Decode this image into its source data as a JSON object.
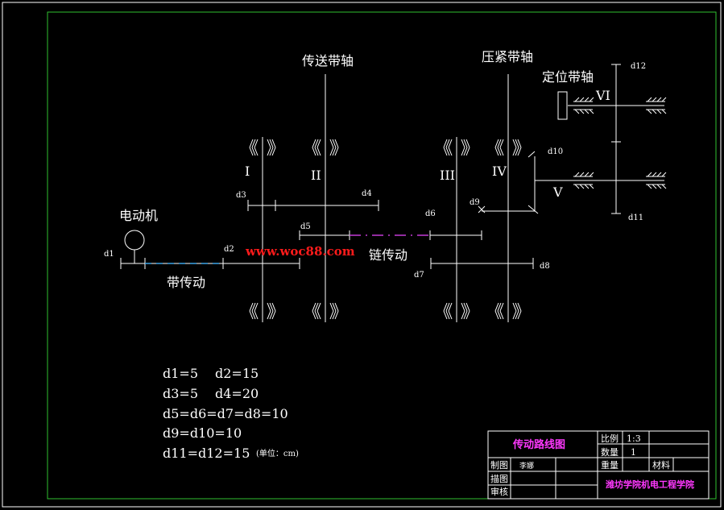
{
  "colors": {
    "background": "#000000",
    "border_outer": "#ffffff",
    "border_inner": "#2fbf2f",
    "line": "#ffffff",
    "dash_blue": "#3aa3e6",
    "dash_purple": "#c23ad6",
    "magenta_text": "#ff38ff",
    "red_text": "#ff1b1b"
  },
  "labels": {
    "motor": "电动机",
    "belt_drive": "带传动",
    "chain_drive": "链传动",
    "conveyor_shaft": "传送带轴",
    "press_shaft": "压紧带轴",
    "position_shaft": "定位带轴",
    "watermark": "www.woc88.com"
  },
  "shafts": {
    "I": "I",
    "II": "II",
    "III": "III",
    "IV": "IV",
    "V": "V",
    "VI": "VI"
  },
  "pulleys": {
    "d1": "d1",
    "d2": "d2",
    "d3": "d3",
    "d4": "d4",
    "d5": "d5",
    "d6": "d6",
    "d7": "d7",
    "d8": "d8",
    "d9": "d9",
    "d10": "d10",
    "d11": "d11",
    "d12": "d12"
  },
  "notes": {
    "line1_a": "d1=5",
    "line1_b": "d2=15",
    "line2_a": "d3=5",
    "line2_b": "d4=20",
    "line3": "d5=d6=d7=d8=10",
    "line4": "d9=d10=10",
    "line5": "d11=d12=15",
    "unit": "(单位：cm)"
  },
  "title_block": {
    "drawing_name": "传动路线图",
    "scale_label": "比例",
    "scale_value": "1:3",
    "qty_label": "数量",
    "qty_value": "1",
    "drawn_label": "制图",
    "drawn_name": "李娜",
    "weight_label": "重量",
    "material_label": "材料",
    "trace_label": "描图",
    "review_label": "审核",
    "institution": "潍坊学院机电工程学院"
  }
}
